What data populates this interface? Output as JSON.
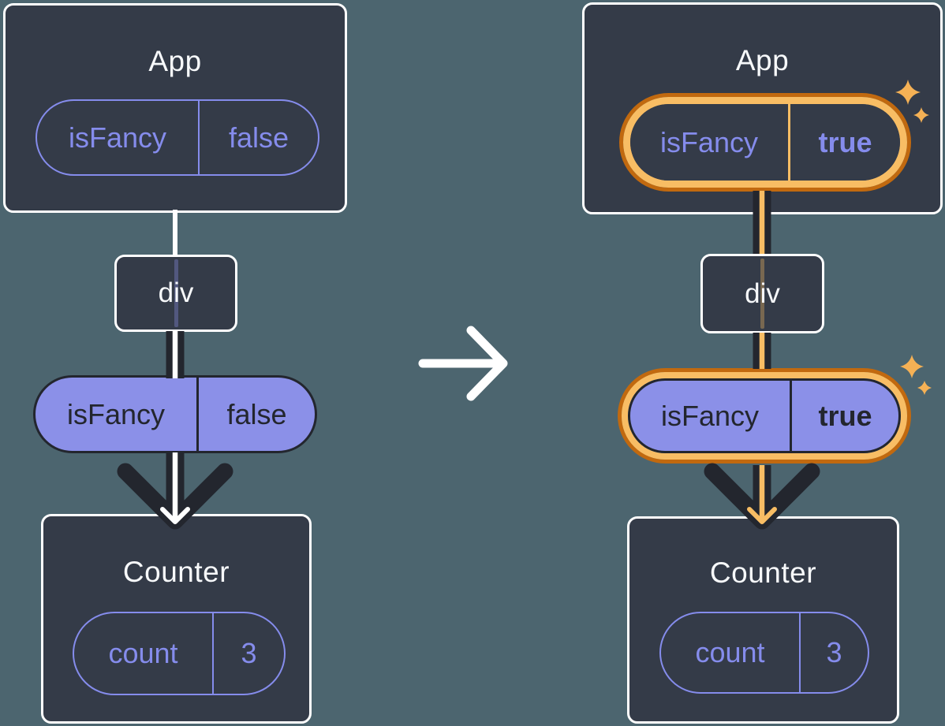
{
  "colors": {
    "background": "#4C656F",
    "card": "#343B48",
    "card-border": "#FFFFFF",
    "purple": "#858CEC",
    "purple-fill": "#8B90E8",
    "ink": "#23262E",
    "orange-dark": "#C1690F",
    "orange-light": "#F8BD64",
    "sparkle": "#F5B155"
  },
  "icons": {
    "transition": "arrow-right-icon",
    "flow": "arrow-down-icon",
    "highlight": "sparkle-icon"
  },
  "before": {
    "app": {
      "title": "App",
      "prop": {
        "name": "isFancy",
        "value": "false"
      }
    },
    "container": {
      "label": "div"
    },
    "prop": {
      "name": "isFancy",
      "value": "false"
    },
    "counter": {
      "title": "Counter",
      "state": {
        "name": "count",
        "value": "3"
      }
    }
  },
  "after": {
    "app": {
      "title": "App",
      "prop": {
        "name": "isFancy",
        "value": "true"
      }
    },
    "container": {
      "label": "div"
    },
    "prop": {
      "name": "isFancy",
      "value": "true"
    },
    "counter": {
      "title": "Counter",
      "state": {
        "name": "count",
        "value": "3"
      }
    }
  }
}
